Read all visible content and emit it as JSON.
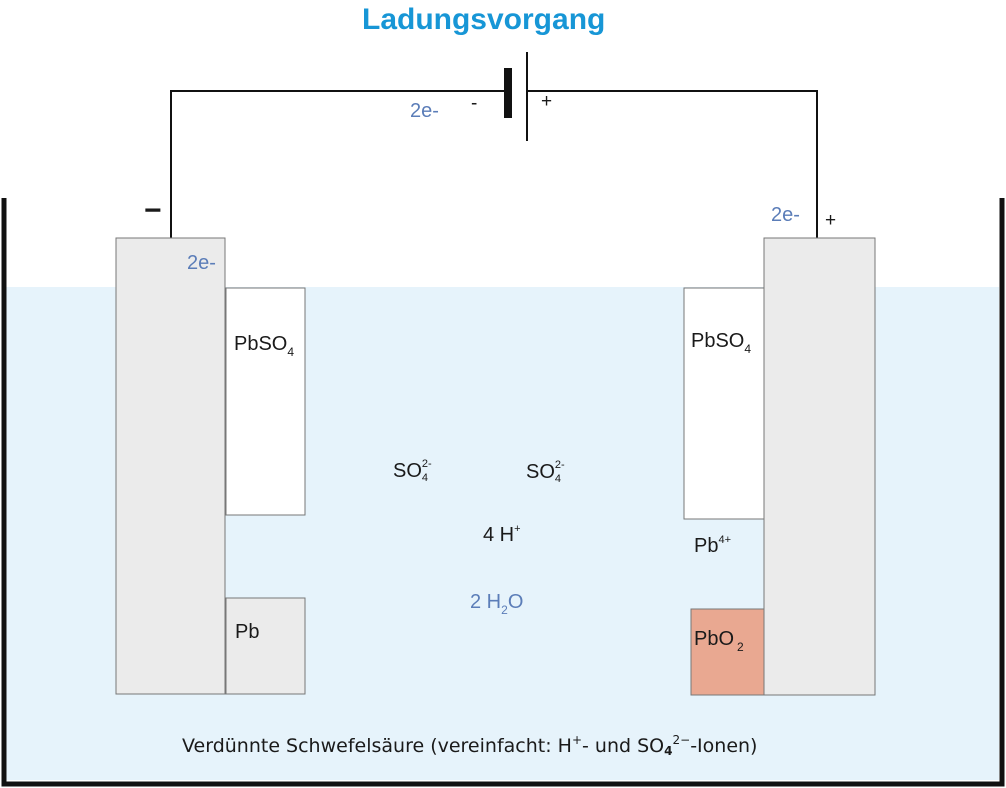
{
  "title": "Ladungsvorgang",
  "battery": {
    "minus": "-",
    "plus": "+",
    "electrons": "2e-"
  },
  "left_electrode": {
    "terminal": "−",
    "electrons": "2e-",
    "coating": {
      "main": "PbSO",
      "sub": "4"
    },
    "metal": "Pb"
  },
  "right_electrode": {
    "terminal": "+",
    "electrons": "2e-",
    "coating": {
      "main": "PbSO",
      "sub": "4"
    },
    "ion": {
      "main": "Pb",
      "sup": "4+"
    },
    "oxide": {
      "main": "PbO",
      "sub": "2"
    }
  },
  "electrolyte": {
    "sulfate_1": {
      "main": "SO",
      "sup": "2-",
      "sub": "4"
    },
    "sulfate_2": {
      "main": "SO",
      "sup": "2-",
      "sub": "4"
    },
    "protons": {
      "main": "4 H",
      "sup": "+"
    },
    "water": {
      "pre": "2 H",
      "sub": "2",
      "post": "O"
    }
  },
  "caption": {
    "before": "Verdünnte Schwefelsäure (vereinfacht: H",
    "h_sup": "+",
    "middle": "- und SO",
    "so4_sub": "4",
    "so4_sup": "2−",
    "after": "-Ionen)"
  },
  "colors": {
    "electrolyte": "#e6f3fb",
    "electrode": "#ebebeb",
    "pbo2": "#e9a891",
    "title": "#1796d6",
    "electron_label": "#5b7db8"
  }
}
